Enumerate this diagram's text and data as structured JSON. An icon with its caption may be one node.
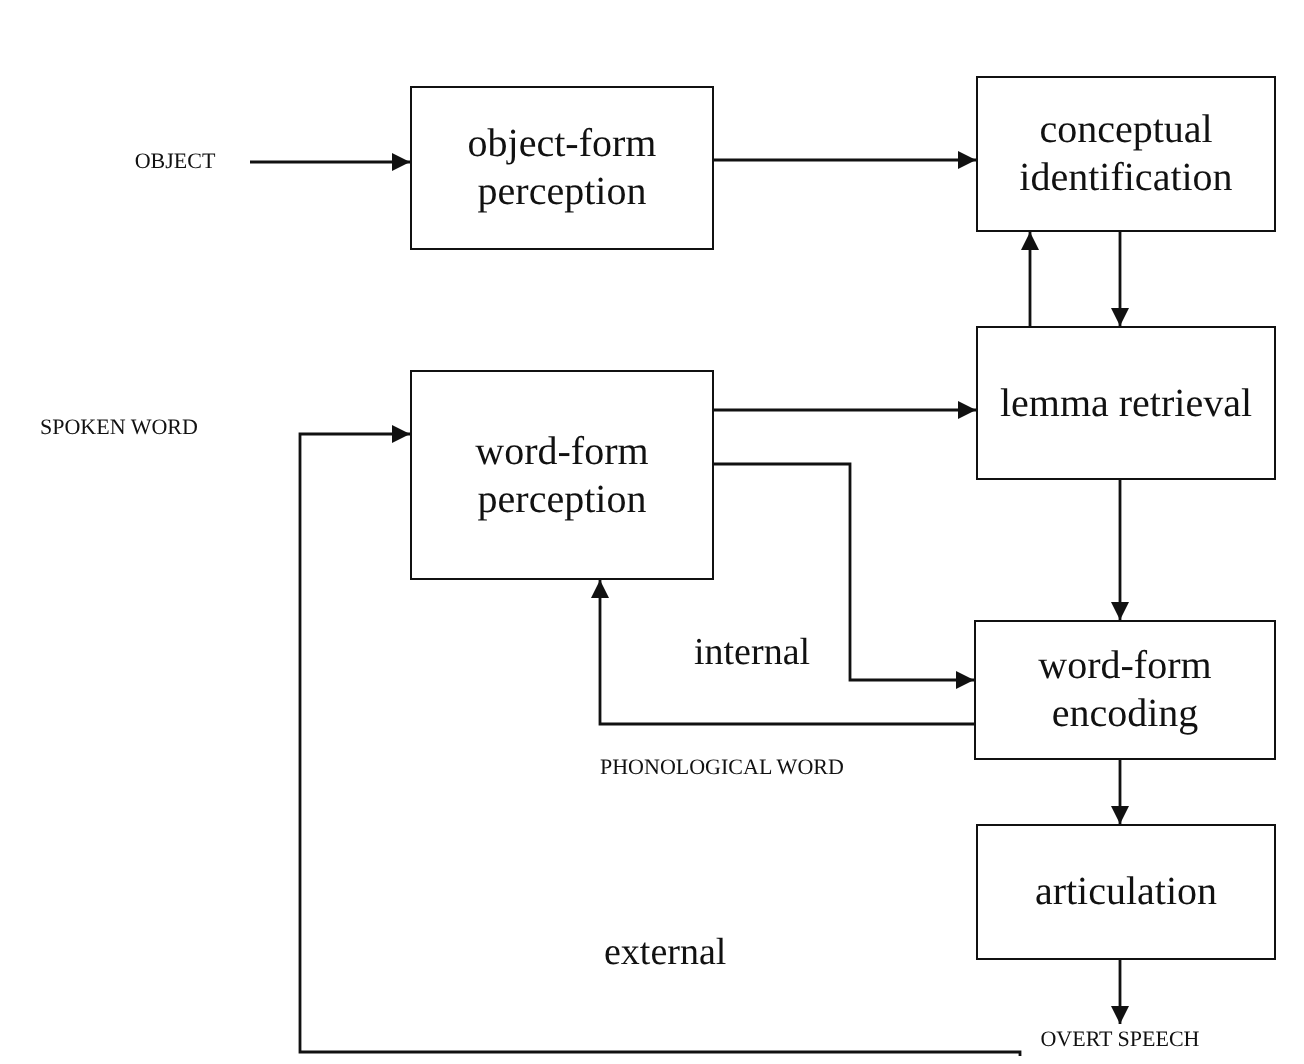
{
  "diagram": {
    "nodes": [
      {
        "text": [
          "OBJECT"
        ]
      },
      {
        "text": [
          "object-form perception"
        ]
      },
      {
        "text": [
          "conceptual identification"
        ]
      },
      {
        "text": [
          "lemma retrieval"
        ]
      },
      {
        "text": [
          "word-form perception"
        ]
      },
      {
        "text": [
          "word-form encoding"
        ]
      },
      {
        "text": [
          "articulation"
        ]
      },
      {
        "text": [
          "OVERT SPEECH"
        ]
      }
    ],
    "edges": [
      {
        "from": 0,
        "to": 1,
        "arrow": "to"
      },
      {
        "from": 1,
        "to": 2,
        "arrow": "to"
      },
      {
        "from": 3,
        "to": 2,
        "arrow": "to"
      },
      {
        "from": 2,
        "to": 3,
        "arrow": "to"
      },
      {
        "from": 4,
        "to": 3,
        "arrow": "to"
      },
      {
        "from": 4,
        "to": 5,
        "arrow": "to"
      },
      {
        "from": 3,
        "to": 5,
        "arrow": "to"
      },
      {
        "from": 5,
        "to": 4,
        "label": "internal",
        "arrow": "to"
      },
      {
        "from": 5,
        "to": 6,
        "arrow": "to"
      },
      {
        "from": 6,
        "to": 7,
        "arrow": "to"
      },
      {
        "from": 7,
        "to": 4,
        "label": "external",
        "arrow": "to"
      }
    ],
    "labels": [
      "SPOKEN WORD",
      "PHONOLOGICAL WORD"
    ]
  }
}
